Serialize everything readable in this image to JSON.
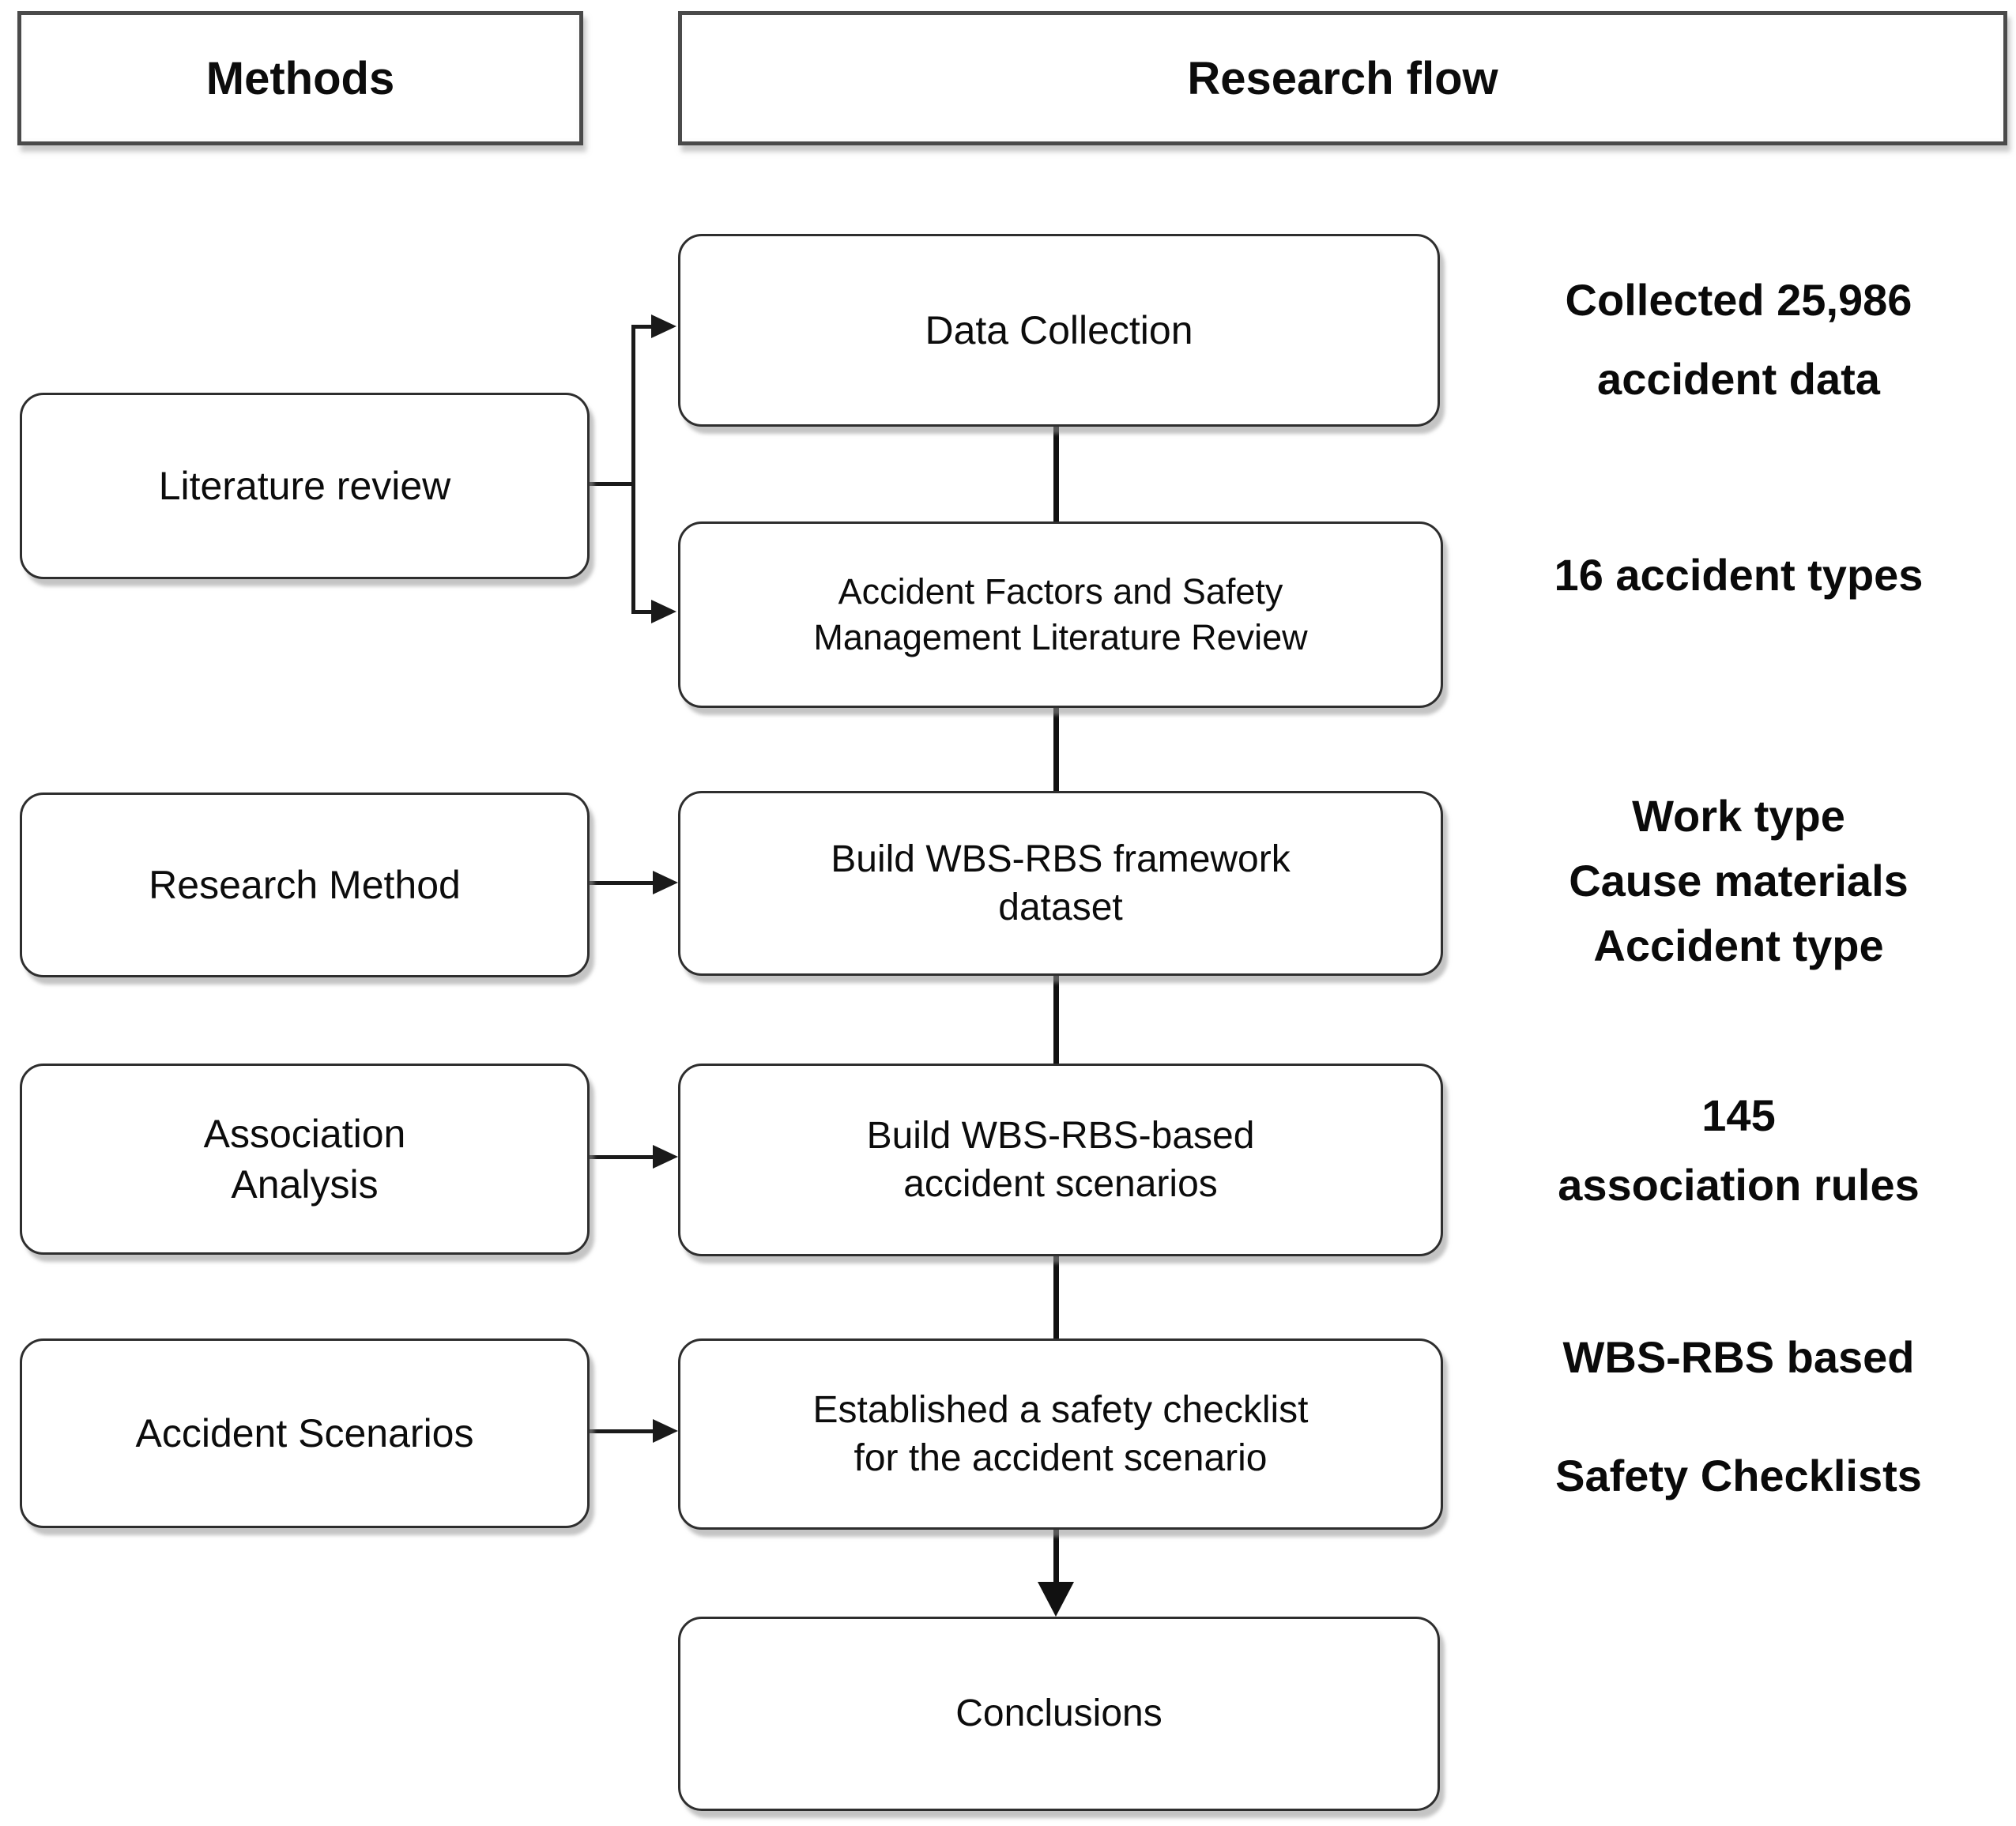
{
  "headers": {
    "methods": "Methods",
    "research_flow": "Research flow"
  },
  "methods_column": [
    {
      "lines": [
        "Literature review"
      ]
    },
    {
      "lines": [
        "Research Method"
      ]
    },
    {
      "lines": [
        "Association",
        "Analysis"
      ]
    },
    {
      "lines": [
        "Accident Scenarios"
      ]
    }
  ],
  "flow_column": [
    {
      "lines": [
        "Data Collection"
      ]
    },
    {
      "lines": [
        "Accident Factors and Safety",
        "Management Literature Review"
      ]
    },
    {
      "lines": [
        "Build WBS-RBS framework",
        "dataset"
      ]
    },
    {
      "lines": [
        "Build WBS-RBS-based",
        "accident scenarios"
      ]
    },
    {
      "lines": [
        "Established a safety checklist",
        "for the accident scenario"
      ]
    },
    {
      "lines": [
        "Conclusions"
      ]
    }
  ],
  "annotations": [
    {
      "lines": [
        "Collected 25,986",
        "accident data"
      ]
    },
    {
      "lines": [
        "16 accident types"
      ]
    },
    {
      "lines": [
        "Work type",
        "Cause materials",
        "Accident type"
      ]
    },
    {
      "lines": [
        "145",
        "association rules"
      ]
    },
    {
      "lines": [
        "WBS-RBS based",
        "Safety Checklists"
      ]
    }
  ],
  "colors": {
    "background": "#ffffff",
    "box_border": "#2e2e2e",
    "header_border": "#4a4a4a",
    "connector": "#1a1a1a",
    "text": "#0c0c0c"
  }
}
